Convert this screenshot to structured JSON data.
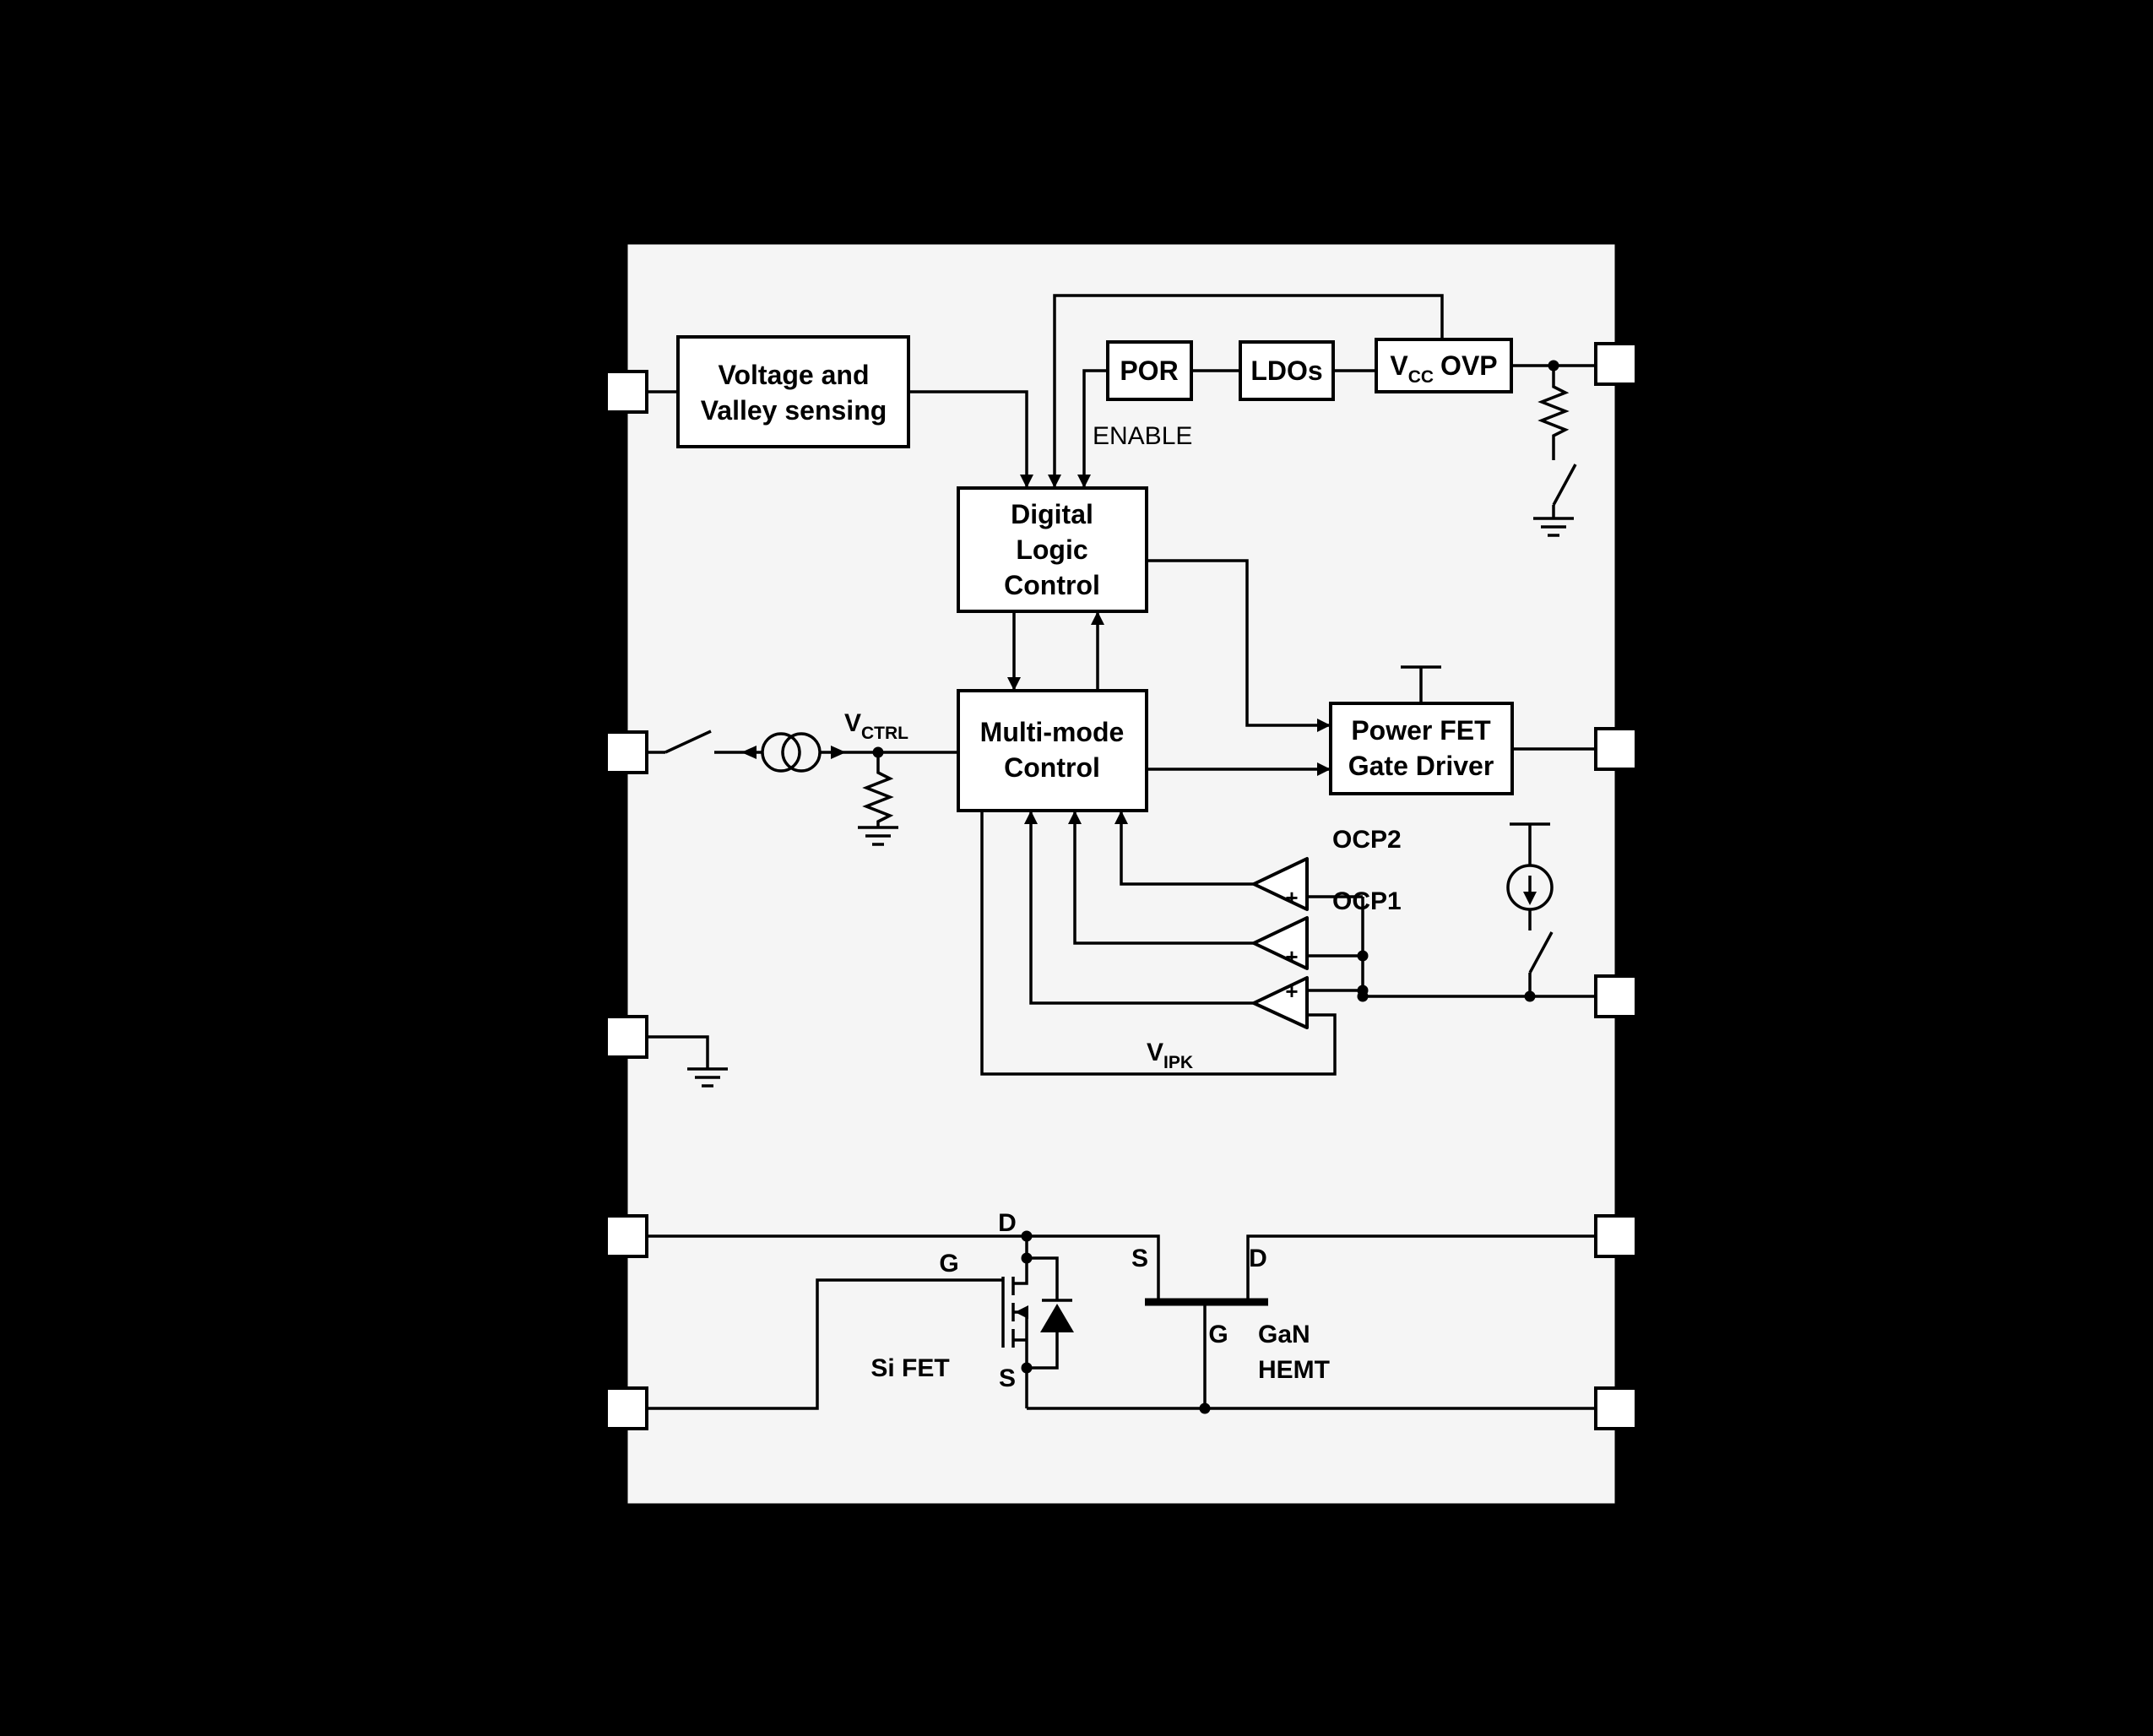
{
  "colors": {
    "background": "#000000",
    "panel": "#f5f5f5",
    "line": "#000000",
    "box_fill": "#ffffff"
  },
  "blocks": {
    "voltage_sensing": {
      "line1": "Voltage and",
      "line2": "Valley sensing"
    },
    "por": {
      "label": "POR"
    },
    "ldos": {
      "label": "LDOs"
    },
    "vcc_ovp": {
      "v": "V",
      "sub": "CC",
      "rest": "OVP"
    },
    "digital_logic": {
      "line1": "Digital",
      "line2": "Logic",
      "line3": "Control"
    },
    "multi_mode": {
      "line1": "Multi-mode",
      "line2": "Control"
    },
    "gate_driver": {
      "line1": "Power FET",
      "line2": "Gate Driver"
    }
  },
  "signals": {
    "enable": "ENABLE",
    "vctrl_v": "V",
    "vctrl_sub": "CTRL",
    "ocp2": "OCP2",
    "ocp1": "OCP1",
    "vipk_v": "V",
    "vipk_sub": "IPK",
    "plus": "+"
  },
  "transistors": {
    "si_fet": {
      "d": "D",
      "g": "G",
      "s": "S",
      "name": "Si FET"
    },
    "gan_hemt": {
      "s": "S",
      "d": "D",
      "g": "G",
      "name_line1": "GaN",
      "name_line2": "HEMT"
    }
  }
}
